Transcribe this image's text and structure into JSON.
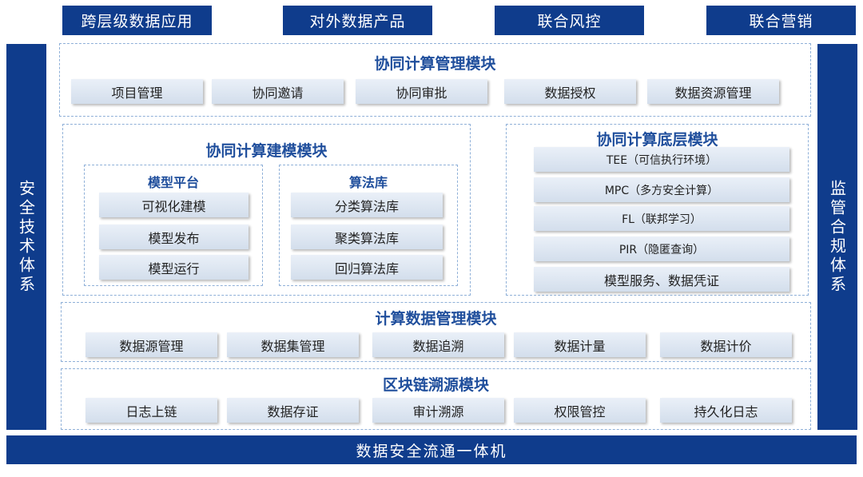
{
  "top_row": [
    "跨层级数据应用",
    "对外数据产品",
    "联合风控",
    "联合营销"
  ],
  "left_side": "安全技术体系",
  "right_side": "监管合规体系",
  "bottom": "数据安全流通一体机",
  "management": {
    "title": "协同计算管理模块",
    "items": [
      "项目管理",
      "协同邀请",
      "协同审批",
      "数据授权",
      "数据资源管理"
    ]
  },
  "modeling": {
    "title": "协同计算建模模块",
    "platform": {
      "title": "模型平台",
      "items": [
        "可视化建模",
        "模型发布",
        "模型运行"
      ]
    },
    "algorithms": {
      "title": "算法库",
      "items": [
        "分类算法库",
        "聚类算法库",
        "回归算法库"
      ]
    }
  },
  "base": {
    "title": "协同计算底层模块",
    "items": [
      "TEE（可信执行环境）",
      "MPC（多方安全计算）",
      "FL（联邦学习）",
      "PIR（隐匿查询）",
      "模型服务、数据凭证"
    ]
  },
  "data_mgmt": {
    "title": "计算数据管理模块",
    "items": [
      "数据源管理",
      "数据集管理",
      "数据追溯",
      "数据计量",
      "数据计价"
    ]
  },
  "blockchain": {
    "title": "区块链溯源模块",
    "items": [
      "日志上链",
      "数据存证",
      "审计溯源",
      "权限管控",
      "持久化日志"
    ]
  }
}
